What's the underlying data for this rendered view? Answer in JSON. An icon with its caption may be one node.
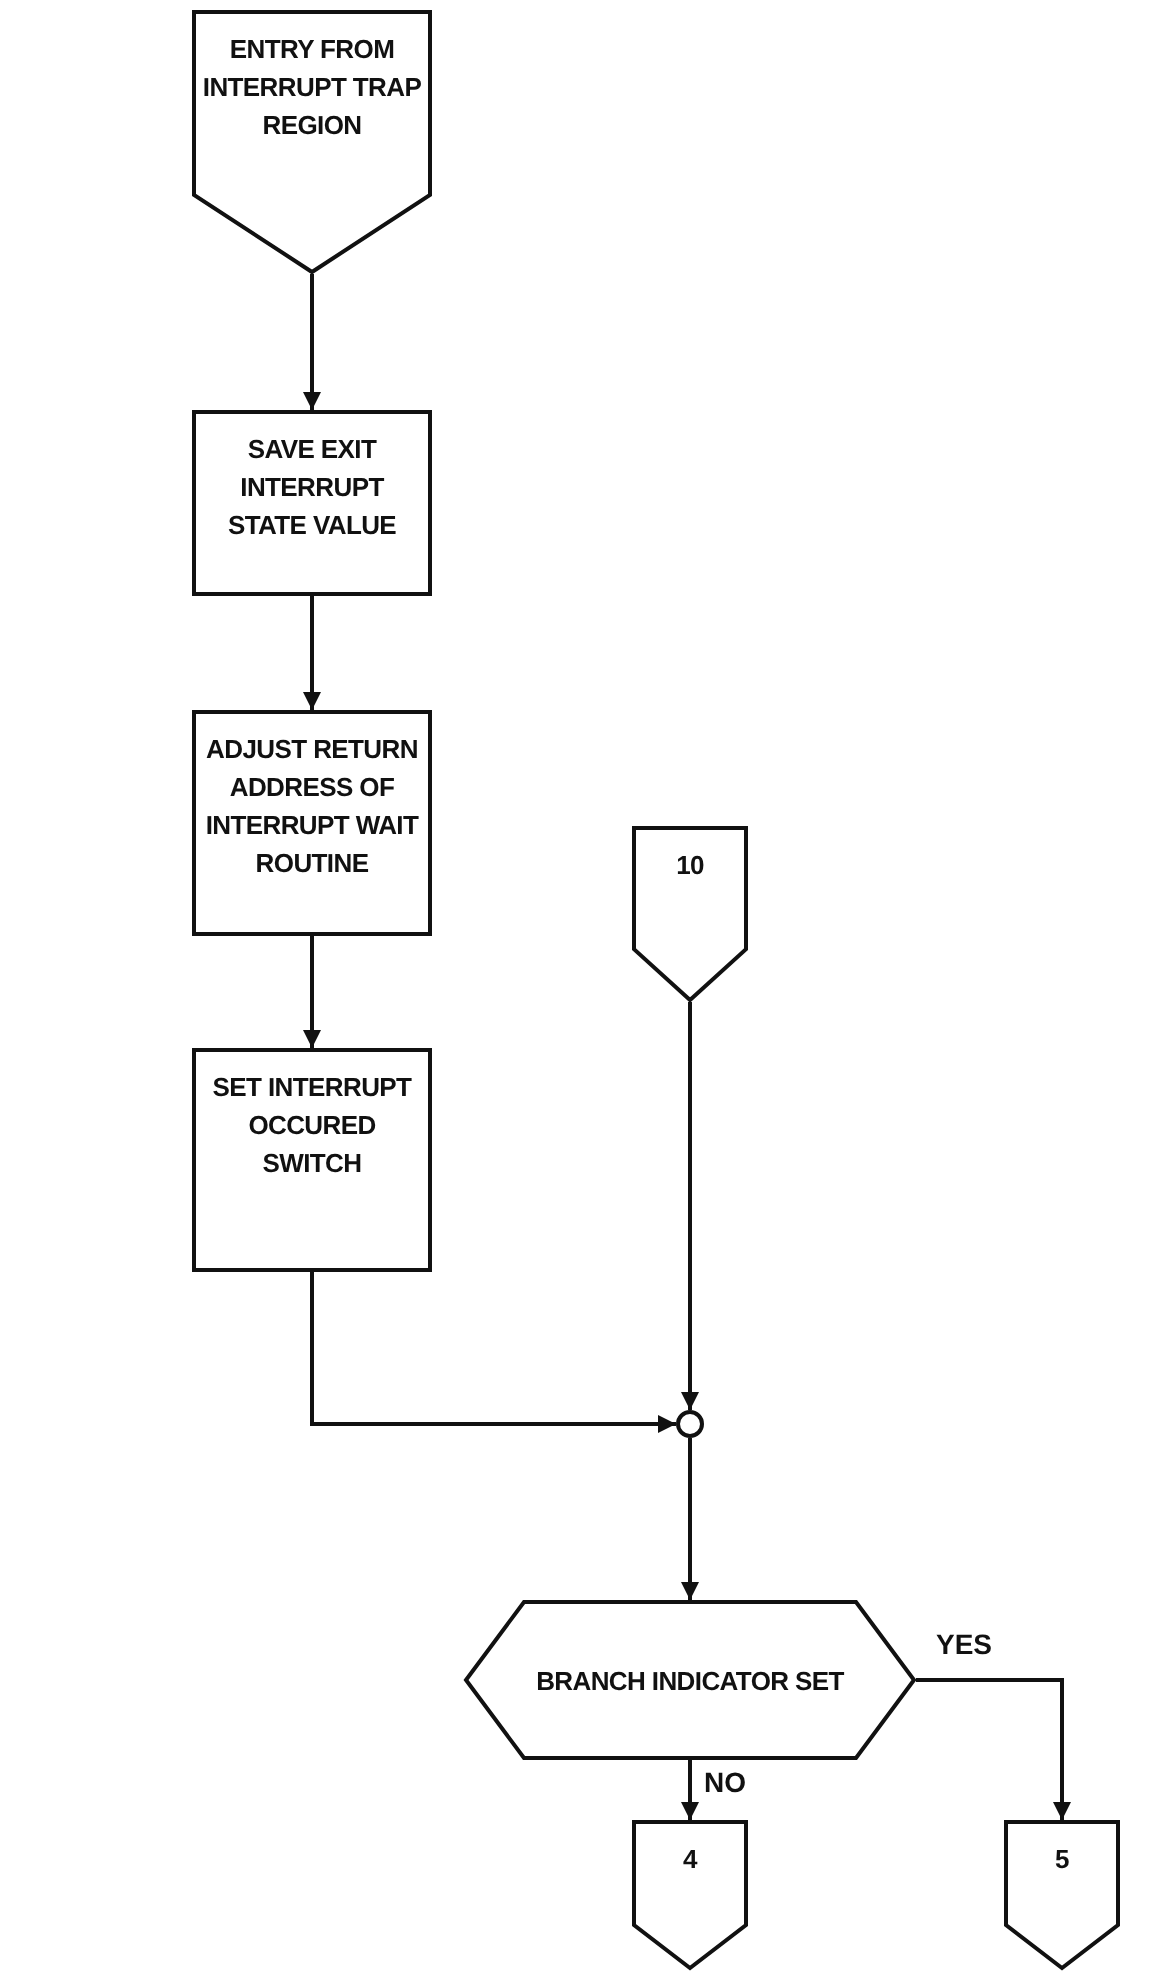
{
  "diagram": {
    "nodes": [
      {
        "text": [
          "ENTRY FROM INTERRUPT TRAP REGION"
        ]
      },
      {
        "text": [
          "SAVE EXIT INTERRUPT STATE VALUE"
        ]
      },
      {
        "text": [
          "ADJUST RETURN ADDRESS OF INTERRUPT WAIT ROUTINE"
        ]
      },
      {
        "text": [
          "SET INTERRUPT OCCURED SWITCH"
        ]
      },
      {
        "text": [
          "10"
        ]
      },
      {
        "text": [],
        "shape": "circle"
      },
      {
        "text": [
          "BRANCH INDICATOR SET"
        ]
      },
      {
        "text": [
          "4"
        ]
      },
      {
        "text": [
          "5"
        ]
      }
    ],
    "edges": [
      {
        "from": 0,
        "to": 1,
        "arrow": "to"
      },
      {
        "from": 1,
        "to": 2,
        "arrow": "to"
      },
      {
        "from": 2,
        "to": 3,
        "arrow": "to"
      },
      {
        "from": 3,
        "to": 5,
        "arrow": "to"
      },
      {
        "from": 4,
        "to": 5,
        "arrow": "to"
      },
      {
        "from": 5,
        "to": 6,
        "arrow": "to"
      },
      {
        "from": 6,
        "to": 7,
        "arrow": "to",
        "label": "NO"
      },
      {
        "from": 6,
        "to": 8,
        "arrow": "to",
        "label": "YES"
      }
    ]
  }
}
